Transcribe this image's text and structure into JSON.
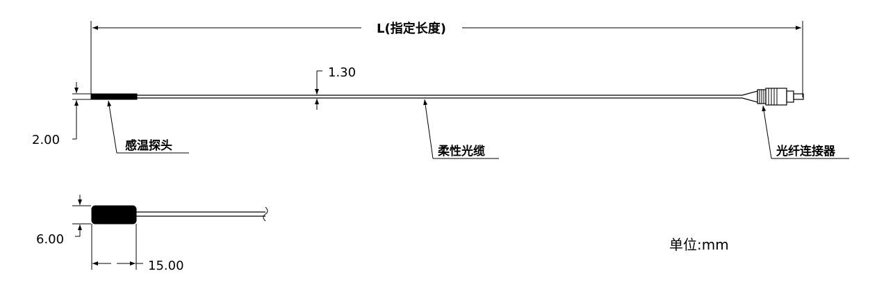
{
  "dimensions": {
    "total_length": "L(指定长度)",
    "fiber_diameter": "1.30",
    "probe_diameter_top": "2.00",
    "probe_diameter_detail": "6.00",
    "probe_length_detail": "15.00"
  },
  "labels": {
    "probe": "感温探头",
    "fiber": "柔性光缆",
    "connector": "光纤连接器"
  },
  "unit_note": "单位:mm"
}
